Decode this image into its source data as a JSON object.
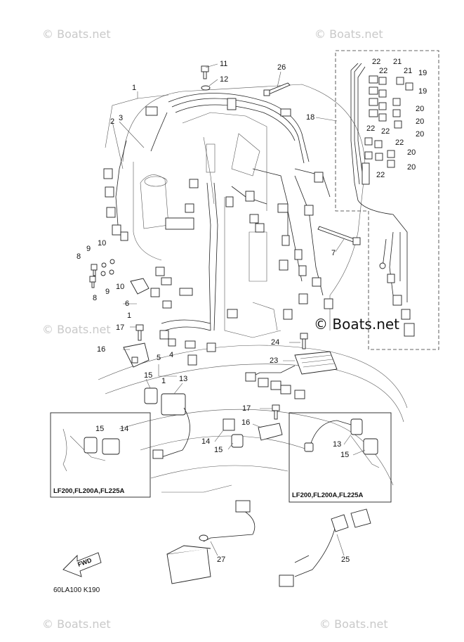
{
  "watermarks": {
    "text": "© Boats.net",
    "large_text": "© Boats.net"
  },
  "callouts": {
    "c1": "1",
    "c2": "2",
    "c3": "3",
    "c4": "4",
    "c5": "5",
    "c6": "6",
    "c7": "7",
    "c8": "8",
    "c9": "9",
    "c10": "10",
    "c11": "11",
    "c12": "12",
    "c13": "13",
    "c14": "14",
    "c15": "15",
    "c16": "16",
    "c17": "17",
    "c18": "18",
    "c19": "19",
    "c20": "20",
    "c21": "21",
    "c22": "22",
    "c23": "23",
    "c24": "24",
    "c25": "25",
    "c26": "26",
    "c27": "27"
  },
  "insets": {
    "left_caption": "LF200,FL200A,FL225A",
    "right_caption": "LF200,FL200A,FL225A"
  },
  "forward_arrow_label": "FWD",
  "diagram_code": "60LA100 K190"
}
